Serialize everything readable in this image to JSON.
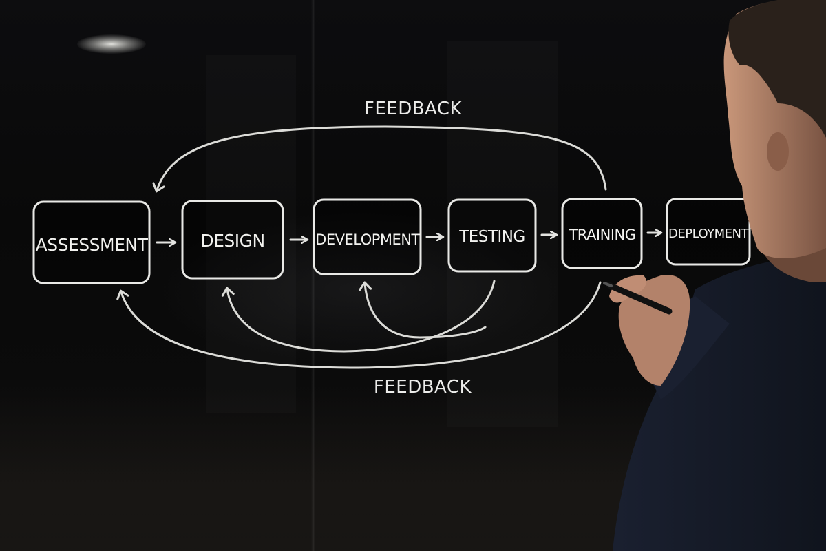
{
  "diagram": {
    "stages": [
      {
        "label": "ASSESSMENT"
      },
      {
        "label": "DESIGN"
      },
      {
        "label": "DEVELOPMENT"
      },
      {
        "label": "TESTING"
      },
      {
        "label": "TRAINING"
      },
      {
        "label": "DEPLOYMENT"
      }
    ],
    "feedback_top_label": "FEEDBACK",
    "feedback_bottom_label": "FEEDBACK"
  },
  "colors": {
    "ink": "#e9e9e6",
    "background": "#070708",
    "shirt": "#1c2333",
    "skin": "#b98a6e",
    "hair": "#2a211b"
  },
  "icons": {
    "marker": "marker-pen-icon"
  }
}
